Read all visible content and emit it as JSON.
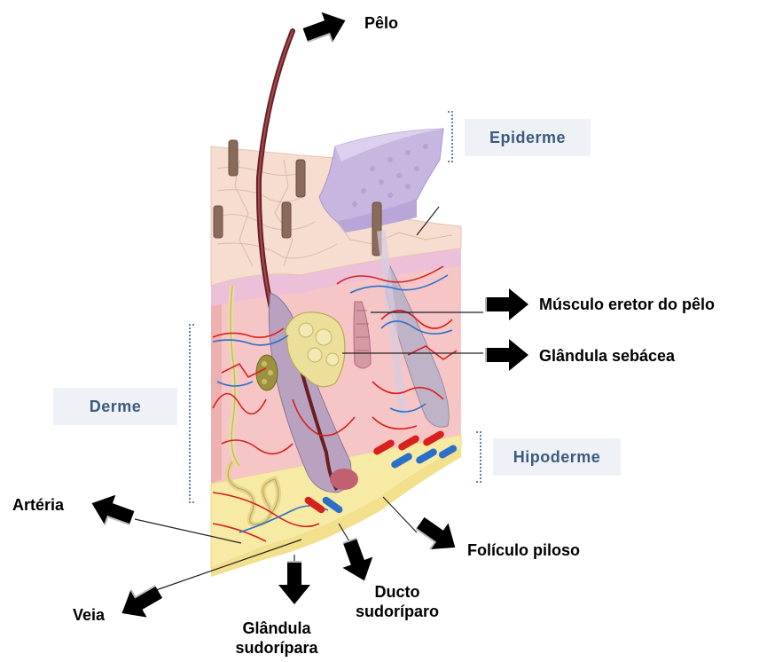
{
  "labels": {
    "pelo": "Pêlo",
    "musculo": "Músculo eretor do pêlo",
    "glandula_sebacea": "Glândula sebácea",
    "foliculo": "Folículo piloso",
    "arteria": "Artéria",
    "veia": "Veia",
    "ducto_line1": "Ducto",
    "ducto_line2": "sudoríparo",
    "glandula_sud_line1": "Glândula",
    "glandula_sud_line2": "sudorípara"
  },
  "regions": {
    "epiderme": "Epiderme",
    "derme": "Derme",
    "hipoderme": "Hipoderme"
  },
  "colors": {
    "region_box_bg": "#eef1f5",
    "region_text": "#3c5a7f",
    "bracket": "#5b7fb0",
    "artery": "#d8201c",
    "vein": "#2a6fc9"
  }
}
